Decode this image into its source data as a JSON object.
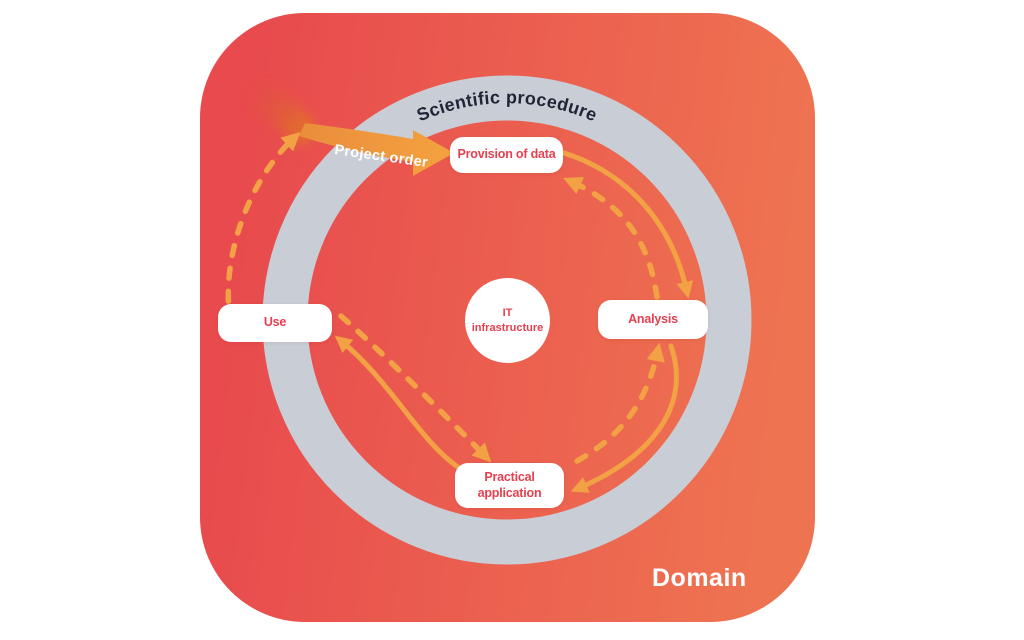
{
  "title": "Scientific procedure",
  "panel": {
    "label": "Domain"
  },
  "entry": {
    "label": "Project order"
  },
  "hub": {
    "line1": "IT",
    "line2": "infrastructure"
  },
  "nodes": {
    "provision": {
      "label": "Provision of data"
    },
    "analysis": {
      "label": "Analysis"
    },
    "practical": {
      "label": "Practical application"
    },
    "use": {
      "label": "Use"
    }
  },
  "edges": [
    {
      "from": "Project order",
      "to": "Provision of data",
      "style": "solid-tapered-entry-arrow"
    },
    {
      "from": "Provision of data",
      "to": "Analysis",
      "style": "solid"
    },
    {
      "from": "Analysis",
      "to": "Practical application",
      "style": "solid"
    },
    {
      "from": "Practical application",
      "to": "Use",
      "style": "solid"
    },
    {
      "from": "Analysis",
      "to": "Provision of data",
      "style": "dashed"
    },
    {
      "from": "Practical application",
      "to": "Analysis",
      "style": "dashed"
    },
    {
      "from": "Use",
      "to": "Practical application",
      "style": "dashed"
    },
    {
      "from": "Use",
      "to": "Project order",
      "style": "dashed"
    }
  ],
  "colors": {
    "panel_gradient_start": "#e84a4d",
    "panel_gradient_end": "#ee7351",
    "ring": "#c9ced6",
    "flow_arrow": "#f2a144",
    "node_text": "#e5404f",
    "ring_text": "#1f2537",
    "panel_text": "#ffffff"
  }
}
